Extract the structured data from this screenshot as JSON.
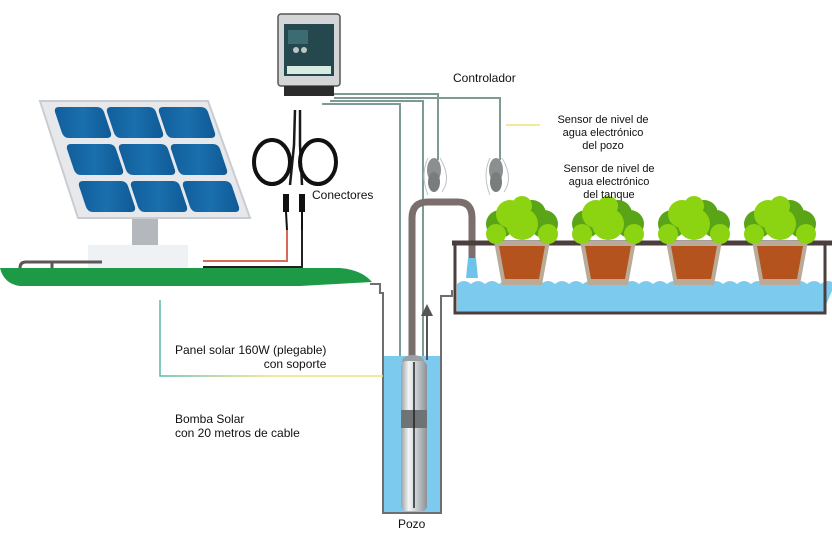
{
  "labels": {
    "controller": "Controlador",
    "connectors": "Conectores",
    "well_sensor": [
      "Sensor de nivel de",
      "agua electrónico",
      "del pozo"
    ],
    "tank_sensor": [
      "Sensor de nivel de",
      "agua electrónico",
      "del tanque"
    ],
    "solar_panel": [
      "Panel solar 160W (plegable)",
      "con soporte"
    ],
    "pump": [
      "Bomba Solar",
      "con 20 metros de cable"
    ],
    "well": "Pozo"
  },
  "components": {
    "solar_panel_cells": 9,
    "plant_pots": 4
  },
  "colors": {
    "panel_cell": "#0e5f9e",
    "panel_frame": "#e8eaed",
    "ground": "#1e9a47",
    "water": "#7ccbef",
    "pipe": "#7a6f6d",
    "tank_frame": "#4a3f3d",
    "wire_red": "#d86a5a",
    "wire_black": "#222222",
    "sensor_wire": "#7d9a94",
    "leader_yellow": "#efe27a",
    "leader_teal": "#5cb8a8",
    "lettuce_light": "#8cd411",
    "lettuce_dark": "#5aa418",
    "pot": "#b9ab98",
    "clay": "#b5531e"
  }
}
